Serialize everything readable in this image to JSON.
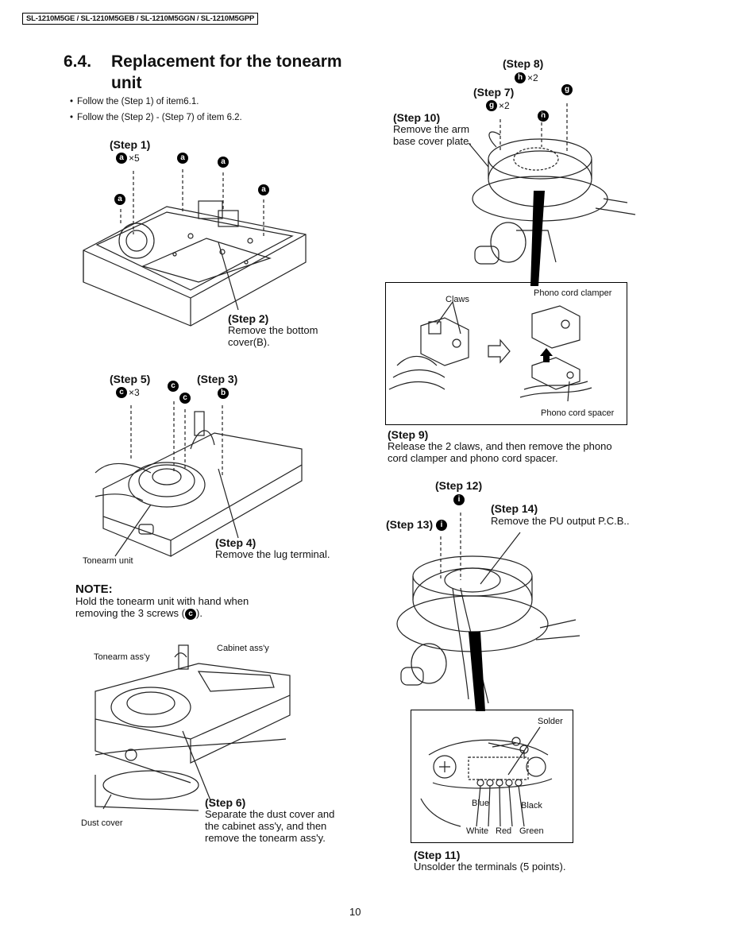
{
  "header": "SL-1210M5GE / SL-1210M5GEB / SL-1210M5GGN / SL-1210M5GPP",
  "section": {
    "number": "6.4.",
    "title_line1": "Replacement for the tonearm",
    "title_line2": "unit"
  },
  "bullets": [
    "Follow the (Step 1) of item6.1.",
    "Follow the (Step 2) - (Step 7) of item 6.2."
  ],
  "left": {
    "step1": "(Step 1)",
    "a_count": "×5",
    "badge_a": "a",
    "step2": "(Step 2)",
    "step2_desc_l1": "Remove the bottom",
    "step2_desc_l2": "cover(B).",
    "step5": "(Step 5)",
    "step3": "(Step 3)",
    "c_count": "×3",
    "badge_c": "c",
    "badge_b": "b",
    "step4": "(Step 4)",
    "step4_desc": "Remove the lug terminal.",
    "tonearm_unit": "Tonearm unit",
    "note_title": "NOTE:",
    "note_l1": "Hold the tonearm unit with hand when",
    "note_l2_pre": "removing the 3 screws (",
    "note_l2_post": ").",
    "tonearm_assy": "Tonearm ass'y",
    "cabinet_assy": "Cabinet ass'y",
    "step6": "(Step 6)",
    "step6_l1": "Separate the dust cover and",
    "step6_l2": "the cabinet ass'y, and then",
    "step6_l3": "remove the tonearm ass'y.",
    "dust_cover": "Dust cover"
  },
  "right": {
    "step8": "(Step 8)",
    "h_count": "×2",
    "badge_h": "h",
    "step7": "(Step 7)",
    "badge_g": "g",
    "g_count": "×2",
    "step10": "(Step 10)",
    "step10_l1": "Remove the arm",
    "step10_l2": "base cover plate.",
    "claws": "Claws",
    "phono_clamper": "Phono cord clamper",
    "phono_spacer": "Phono cord spacer",
    "step9": "(Step 9)",
    "step9_l1": "Release the 2 claws, and then remove the phono",
    "step9_l2": "cord clamper and phono cord spacer.",
    "step12": "(Step 12)",
    "badge_i": "i",
    "step14": "(Step 14)",
    "step14_desc": "Remove the PU output P.C.B..",
    "step13": "(Step 13)",
    "solder": "Solder",
    "blue": "Blue",
    "black": "Black",
    "white": "White",
    "red": "Red",
    "green": "Green",
    "step11": "(Step 11)",
    "step11_desc": "Unsolder the terminals (5 points)."
  },
  "page_number": "10"
}
